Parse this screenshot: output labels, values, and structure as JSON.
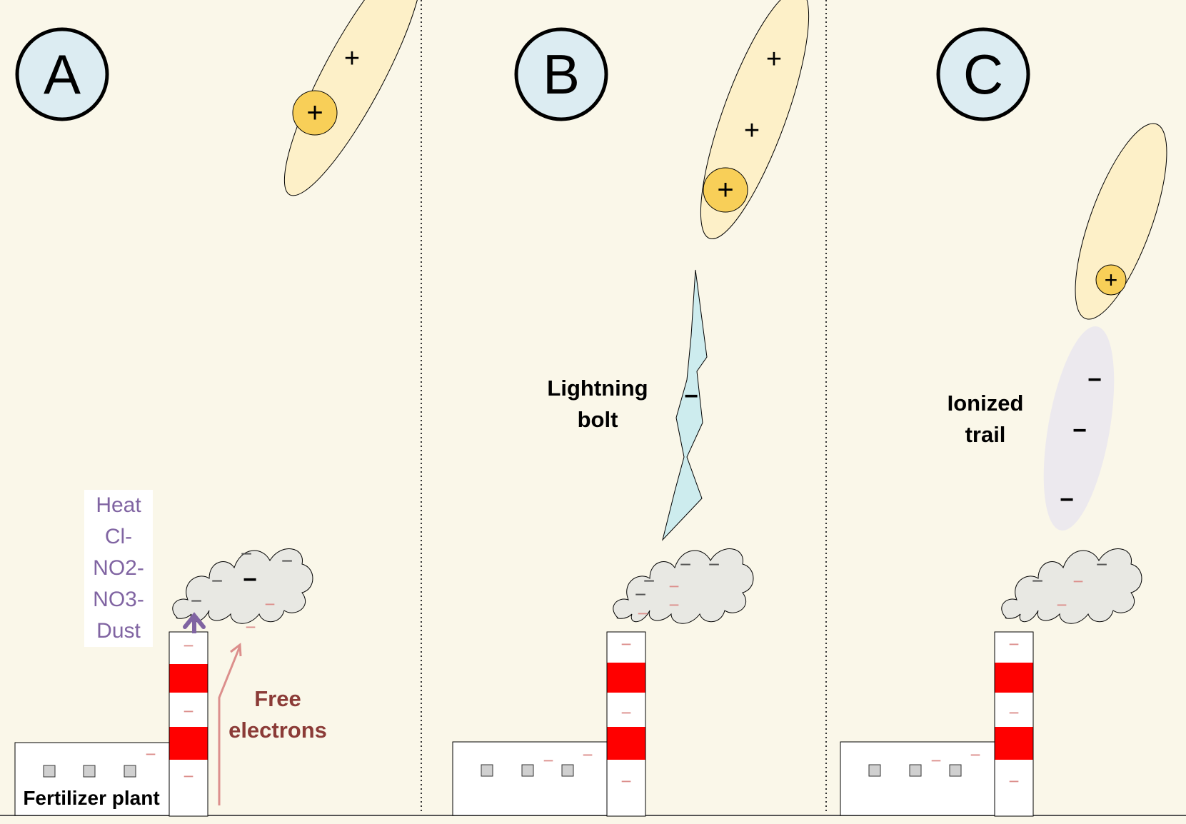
{
  "colors": {
    "background": "#faf7e9",
    "panel_badge_fill": "#dcecf2",
    "cloud_fill": "#fdf0c8",
    "charge_circle_fill": "#f8cf58",
    "smoke_fill": "#e8e8e3",
    "stack_red": "#ff0000",
    "free_electron": "#dc8f8c",
    "smoke_electron": "#555555",
    "inputs_text": "#8064a2",
    "free_electrons_text": "#8b3b37",
    "bolt_fill": "#cdecee",
    "trail_fill": "#ece9ee"
  },
  "panels": [
    {
      "label": "A"
    },
    {
      "label": "B"
    },
    {
      "label": "C"
    }
  ],
  "symbols": {
    "positive": "+",
    "negative": "−"
  },
  "labels": {
    "fertilizer_plant": "Fertilizer plant",
    "emissions": [
      "Heat",
      "Cl-",
      "NO2-",
      "NO3-",
      "Dust"
    ],
    "free_electrons": [
      "Free",
      "electrons"
    ],
    "lightning_bolt": [
      "Lightning",
      "bolt"
    ],
    "ionized_trail": [
      "Ionized",
      "trail"
    ]
  }
}
